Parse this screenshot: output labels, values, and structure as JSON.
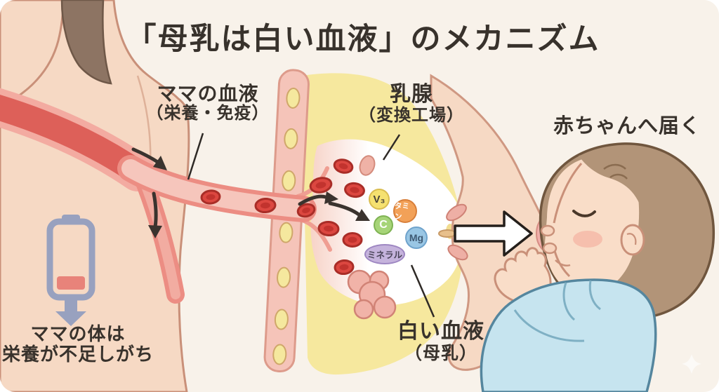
{
  "title": "「母乳は白い血液」のメカニズム",
  "labels": {
    "mom_blood_line1": "ママの血液",
    "mom_blood_line2": "（栄養・免疫）",
    "gland_line1": "乳腺",
    "gland_line2": "（変換工場）",
    "to_baby": "赤ちゃんへ届く",
    "white_blood_line1": "白い血液",
    "white_blood_line2": "（母乳）",
    "depleted_line1": "ママの体は",
    "depleted_line2": "栄養が不足しがち"
  },
  "nutrients": [
    {
      "label": "V₃",
      "fill": "#f5e170",
      "border": "#d9bc4e",
      "text_color": "#4a4438"
    },
    {
      "label": "タミン",
      "fill": "#f2a158",
      "border": "#d87f3a",
      "text_color": "#ffffff"
    },
    {
      "label": "C",
      "fill": "#a6d478",
      "border": "#7fb353",
      "text_color": "#ffffff"
    },
    {
      "label": "Mg",
      "fill": "#99c6e4",
      "border": "#6fa3cc",
      "text_color": "#3f5a74"
    },
    {
      "label": "ミネラル",
      "fill": "#c5b3dc",
      "border": "#9e87c2",
      "text_color": "#4a4458"
    }
  ],
  "icons": {
    "battery_low": "battery-low-icon",
    "down_arrow": "down-arrow-icon",
    "milk_flow_arrow": "milk-flow-arrow-icon",
    "blood_flow_arrow": "blood-flow-arrow-icon",
    "sparkle": "sparkle-icon"
  },
  "colors": {
    "background": "#f8f2ea",
    "text": "#38322c",
    "skin": "#f6d9c4",
    "skin_outline": "#c99079",
    "mother_hair": "#8d7463",
    "vessel_outer": "#f3aba1",
    "vessel_core": "#dd6059",
    "blood_cell": "#dc4740",
    "fat_yellow": "#f6e89e",
    "strip_pink": "#f5c4b9",
    "milk_white": "#ffffff",
    "battery_gray_blue": "#98a1bf",
    "battery_red": "#e8837a",
    "baby_hair": "#b29478",
    "baby_clothes": "#c6e4ef"
  }
}
